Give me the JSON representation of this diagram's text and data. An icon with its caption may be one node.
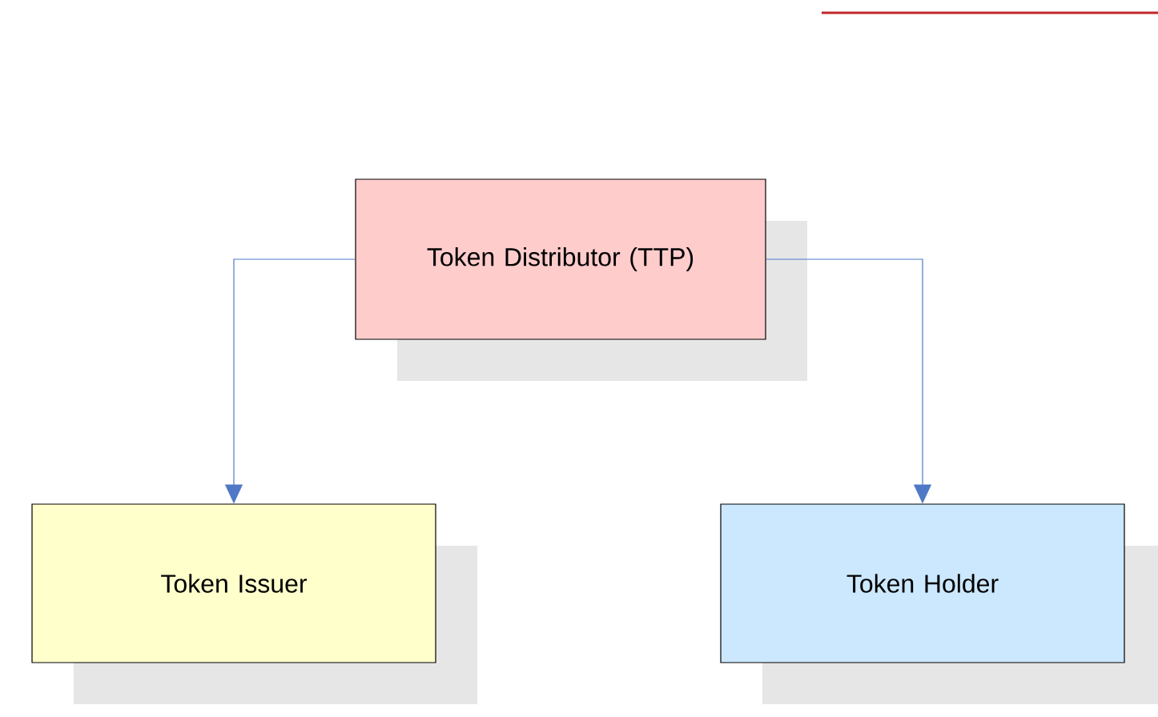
{
  "diagram": {
    "nodes": [
      {
        "text": [
          "Token Distributor (TTP)"
        ]
      },
      {
        "text": [
          "Token Issuer"
        ]
      },
      {
        "text": [
          "Token Holder"
        ]
      }
    ],
    "edges": [
      {
        "from": 0,
        "to": 1,
        "arrow": "to"
      },
      {
        "from": 0,
        "to": 2,
        "arrow": "to"
      }
    ]
  }
}
